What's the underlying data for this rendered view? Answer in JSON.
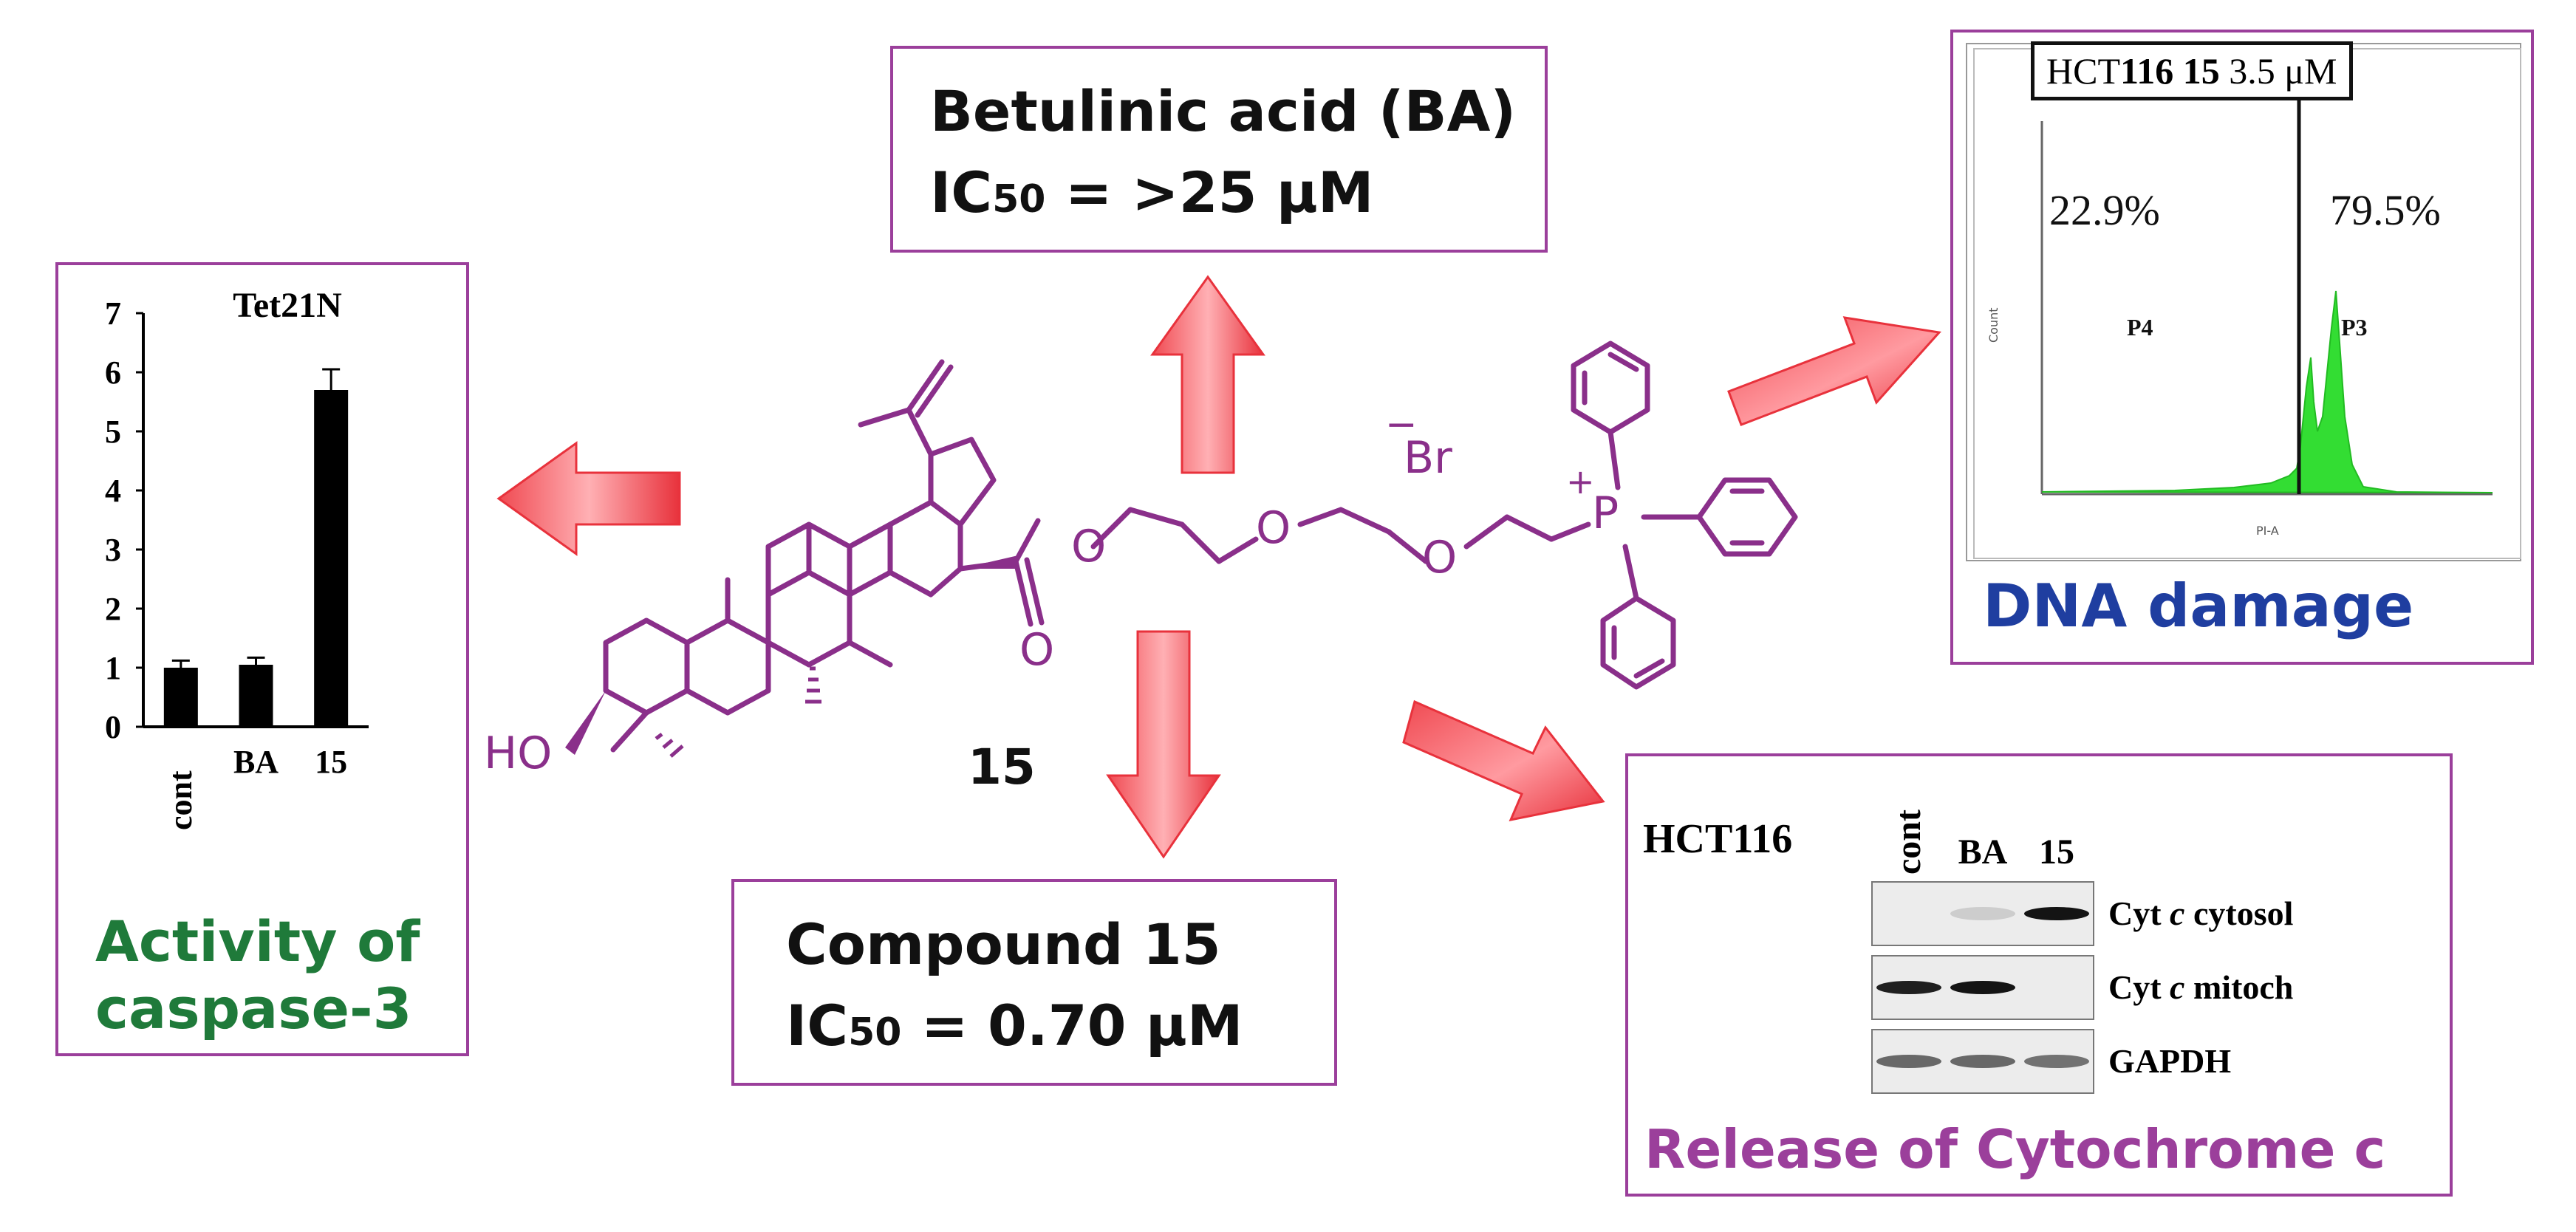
{
  "betulinic_acid": {
    "title": "Betulinic acid (BA)",
    "ic50_label": "IC",
    "ic50_sub": "50",
    "ic50_value": " = >25 μM"
  },
  "compound15": {
    "title": "Compound  15",
    "ic50_label": "IC",
    "ic50_sub": "50",
    "ic50_value": " = 0.70 μM"
  },
  "structure": {
    "compound_number": "15",
    "ho": "HO",
    "br": "Br",
    "br_charge": "−",
    "p": "P",
    "p_charge": "+",
    "o1": "O",
    "o2": "O",
    "o3": "O",
    "o4": "O"
  },
  "caspase": {
    "caption": "Activity of\ncaspase-3",
    "chart_data": {
      "type": "bar",
      "title": "Tet21N",
      "categories": [
        "cont",
        "BA",
        "15"
      ],
      "values": [
        1.0,
        1.05,
        5.7
      ],
      "errors": [
        0.12,
        0.12,
        0.35
      ],
      "ylim": [
        0,
        7
      ],
      "yticks": [
        "0",
        "1",
        "2",
        "3",
        "4",
        "5",
        "6",
        "7"
      ],
      "xlabel": "",
      "ylabel": "",
      "bar_color": "#000000"
    }
  },
  "dna": {
    "header_a": "HCT",
    "header_b": "116 ",
    "header_c": "15",
    "header_d": " 3.5 μM",
    "pct_left": "22.9%",
    "pct_right": "79.5%",
    "gate_left": "P4",
    "gate_right": "P3",
    "y_axis": "Count",
    "x_axis": "PI-A",
    "caption": "DNA damage"
  },
  "cytochrome": {
    "cell_line": "HCT116",
    "lanes": [
      "cont",
      "BA",
      "15"
    ],
    "rows": [
      {
        "label_a": "Cyt ",
        "label_i": "c",
        "label_b": " cytosol",
        "bands": [
          0.0,
          0.12,
          1.0
        ]
      },
      {
        "label_a": "Cyt ",
        "label_i": "c",
        "label_b": " mitoch",
        "bands": [
          0.95,
          1.0,
          0.0
        ]
      },
      {
        "label_a": "GAPDH",
        "label_i": "",
        "label_b": "",
        "bands": [
          0.6,
          0.6,
          0.55
        ]
      }
    ],
    "caption": "Release of Cytochrome c"
  },
  "colors": {
    "structure": "#8a2f8a",
    "box_border": "#9b3f9b",
    "arrow": "#e8323c",
    "histogram": "#33dd33",
    "caspase_caption": "#1f7a3a",
    "dna_caption": "#1f3ea0"
  }
}
